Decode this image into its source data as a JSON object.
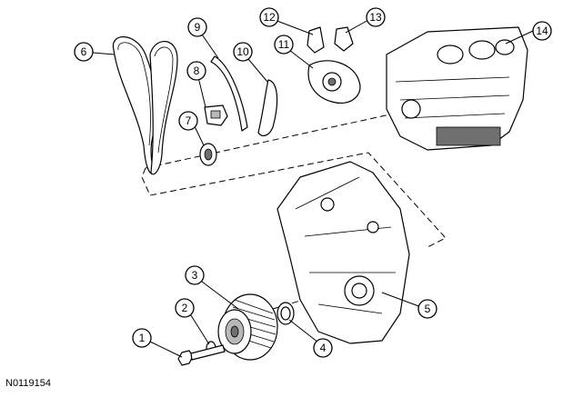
{
  "figure_id": "N0119154",
  "callouts": [
    {
      "id": "1",
      "label": "1"
    },
    {
      "id": "2",
      "label": "2"
    },
    {
      "id": "3",
      "label": "3"
    },
    {
      "id": "4",
      "label": "4"
    },
    {
      "id": "5",
      "label": "5"
    },
    {
      "id": "6",
      "label": "6"
    },
    {
      "id": "7",
      "label": "7"
    },
    {
      "id": "8",
      "label": "8"
    },
    {
      "id": "9",
      "label": "9"
    },
    {
      "id": "10",
      "label": "10"
    },
    {
      "id": "11",
      "label": "11"
    },
    {
      "id": "12",
      "label": "12"
    },
    {
      "id": "13",
      "label": "13"
    },
    {
      "id": "14",
      "label": "14"
    }
  ]
}
